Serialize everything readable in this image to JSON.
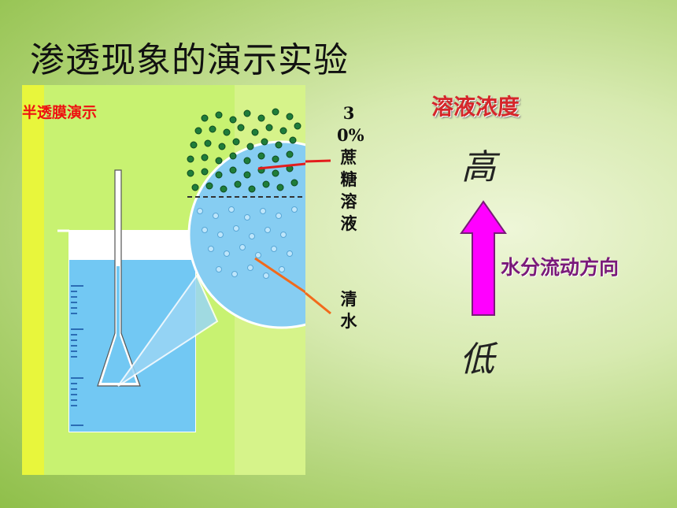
{
  "title": "渗透现象的演示实验",
  "demo": {
    "label": "半透膜演示"
  },
  "annotations": {
    "solution": "30%蔗糖溶液",
    "water": "清水"
  },
  "right_panel": {
    "concentration_title": "溶液浓度",
    "high": "高",
    "low": "低",
    "flow_direction": "水分流动方向"
  },
  "colors": {
    "title_red": "#d5262a",
    "arrow_magenta": "#ff00ff",
    "flow_purple": "#7a1a7a"
  }
}
